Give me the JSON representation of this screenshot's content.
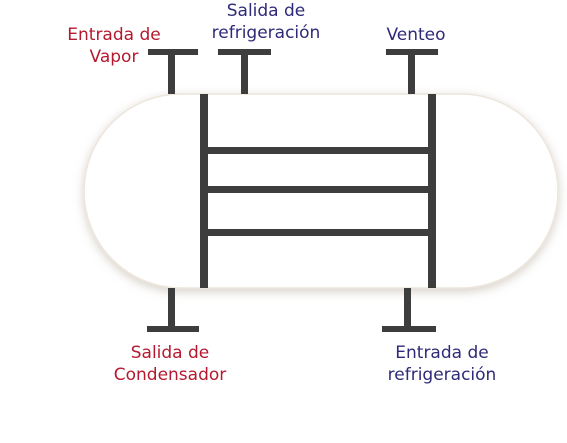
{
  "colors": {
    "steam": "#b5192f",
    "coolant": "#2e2a78",
    "pipe": "#3d3d3d",
    "vessel_fill": "#ffffff",
    "vessel_stroke": "#ece6dc"
  },
  "labels": {
    "steam_inlet": [
      "Entrada de",
      "Vapor"
    ],
    "cooling_outlet": [
      "Salida de",
      "refrigeración"
    ],
    "vent": [
      "Venteo"
    ],
    "condensate_outlet": [
      "Salida de",
      "Condensador"
    ],
    "cooling_inlet": [
      "Entrada de",
      "refrigeración"
    ]
  },
  "tube_bundle": {
    "baffles": 3
  }
}
